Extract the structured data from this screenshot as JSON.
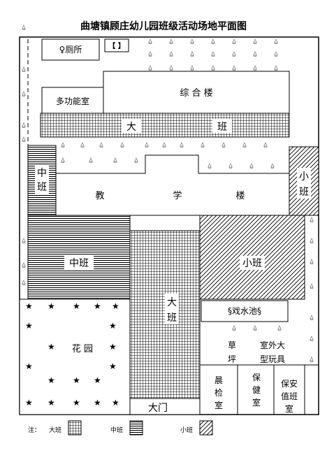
{
  "title": "曲塘镇顾庄幼儿园班级活动场地平面图",
  "rooms": {
    "toilet": "♀厕所",
    "toilet_door": "【  】",
    "multi_room": "多功能室",
    "complex_building": "综  合  楼",
    "teaching_1": "教",
    "teaching_2": "学",
    "teaching_3": "楼",
    "water_pool": "§戏水池§",
    "grass_1": "草",
    "grass_2": "坪",
    "outdoor_toys_1": "室外大",
    "outdoor_toys_2": "型玩具",
    "garden": "花  园",
    "morning_check": [
      "晨",
      "检",
      "室"
    ],
    "health_room": [
      "保",
      "健",
      "室"
    ],
    "guard_room": [
      "保安",
      "值班",
      "室"
    ],
    "gate": "大门"
  },
  "zones": {
    "big_class_top": [
      "大",
      "班"
    ],
    "middle_class_left": [
      "中",
      "班"
    ],
    "small_class_right": [
      "小",
      "班"
    ],
    "middle_class_big": "中班",
    "small_class_big": "小班",
    "big_class_center": [
      "大",
      "班"
    ]
  },
  "legend": {
    "prefix": "注：",
    "big": "大班",
    "middle": "中班",
    "small": "小班"
  }
}
